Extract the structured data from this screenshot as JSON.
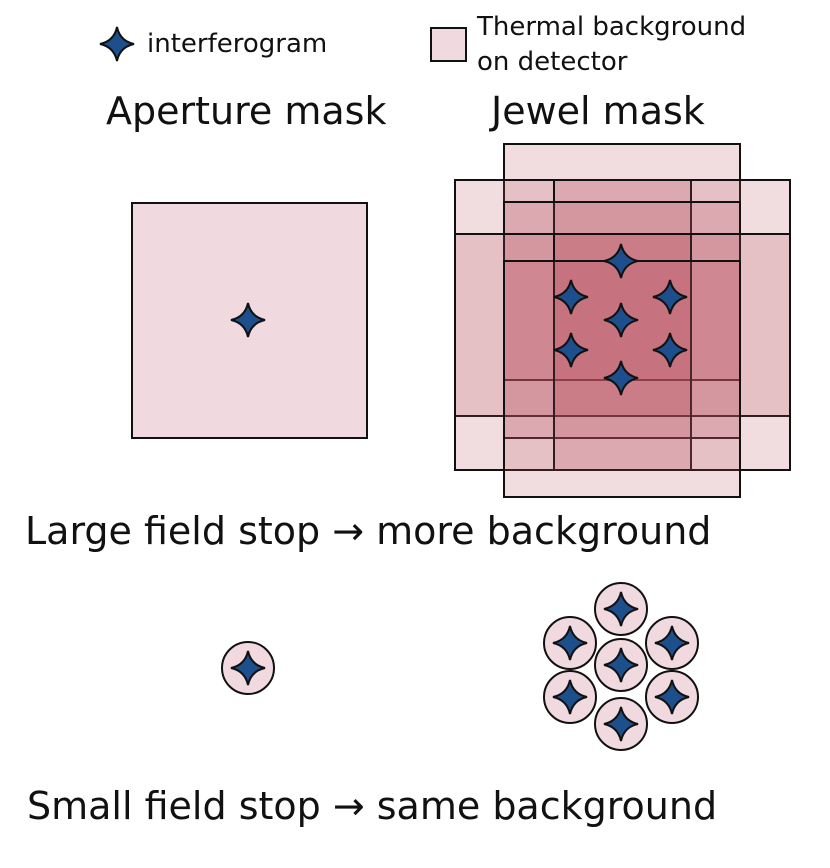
{
  "legend": {
    "star_label": "interferogram",
    "box_label_line1": "Thermal background",
    "box_label_line2": "on detector"
  },
  "titles": {
    "aperture": "Aperture mask",
    "jewel": "Jewel mask"
  },
  "captions": {
    "large": "Large field stop → more background",
    "small": "Small field stop → same background"
  },
  "colors": {
    "background_fill": "#f0dadf",
    "overlap_fill": "#b8505f",
    "star_fill": "#1d4f8c",
    "outline": "#111111"
  },
  "icons": {
    "star": "four-point-star-icon",
    "legend_box": "thermal-background-swatch-icon"
  }
}
